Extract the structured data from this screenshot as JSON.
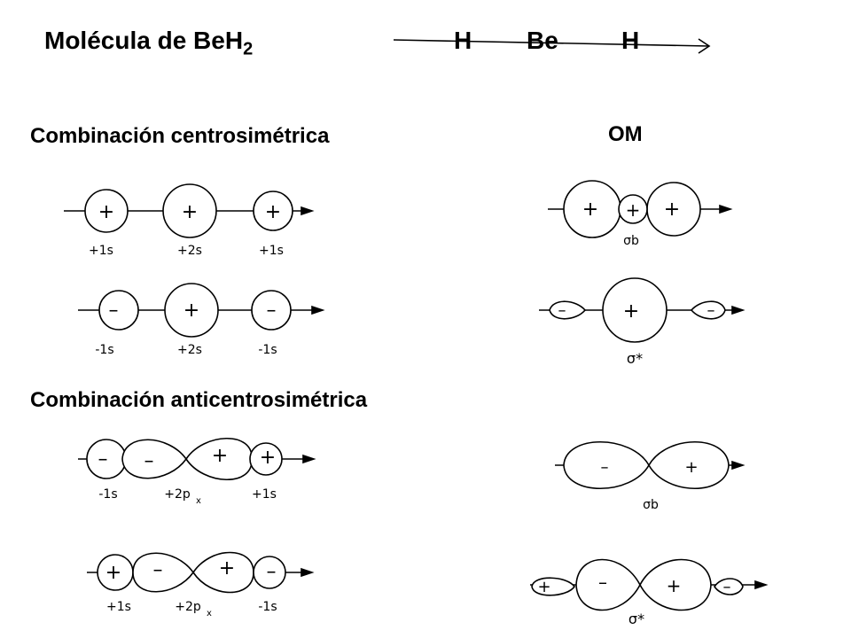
{
  "title": {
    "text": "Molécula de BeH",
    "subscript": "2"
  },
  "molecule_axis": {
    "atoms": [
      "H",
      "Be",
      "H"
    ]
  },
  "sections": {
    "centro": "Combinación centrosimétrica",
    "anticentro": "Combinación  anticentrosimétrica",
    "om": "OM"
  },
  "rows": [
    {
      "labels": [
        "+1s",
        "+2s",
        "+1s"
      ],
      "signs": [
        "+",
        "+",
        "+"
      ]
    },
    {
      "labels": [
        "-1s",
        "+2s",
        "-1s"
      ],
      "signs": [
        "–",
        "+",
        "–"
      ]
    },
    {
      "labels": [
        "-1s",
        "+2p",
        "+1s"
      ],
      "label_sub": "x",
      "signs": [
        "–",
        "–",
        "+",
        "+"
      ]
    },
    {
      "labels": [
        "+1s",
        "+2p",
        "-1s"
      ],
      "label_sub": "x",
      "signs": [
        "+",
        "–",
        "+",
        "–"
      ]
    }
  ],
  "mo": [
    {
      "label": "σb",
      "signs": [
        "+",
        "+",
        "+"
      ]
    },
    {
      "label": "σ*",
      "signs": [
        "–",
        "+",
        "–"
      ]
    },
    {
      "label": "σb",
      "signs": [
        "–",
        "+"
      ]
    },
    {
      "label": "σ*",
      "signs": [
        "+",
        "–",
        "+",
        "–"
      ]
    }
  ]
}
